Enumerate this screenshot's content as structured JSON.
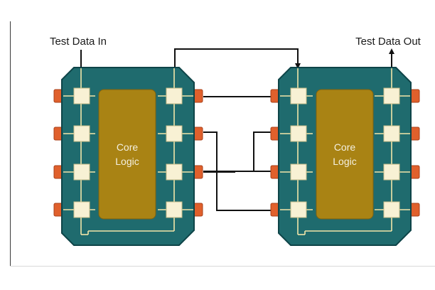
{
  "labels": {
    "test_data_in": "Test Data In",
    "test_data_out": "Test Data Out"
  },
  "chips": [
    {
      "core_line1": "Core",
      "core_line2": "Logic"
    },
    {
      "core_line1": "Core",
      "core_line2": "Logic"
    }
  ],
  "colors": {
    "chip_body": "#1f6b6e",
    "chip_edge": "#0e4448",
    "core": "#a98314",
    "cell": "#f8f1d4",
    "trace": "#f3e6a9",
    "pin": "#e0602c",
    "wire": "#111111"
  }
}
